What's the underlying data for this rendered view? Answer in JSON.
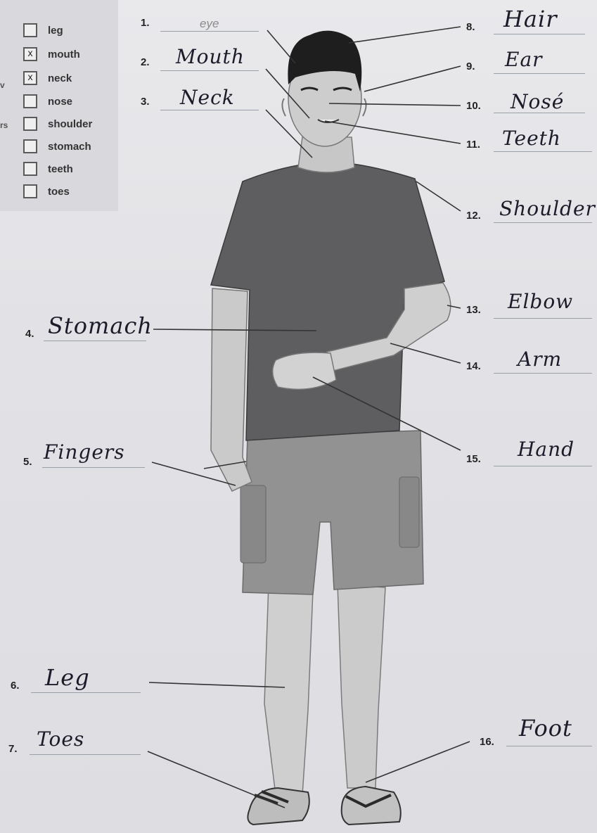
{
  "word_box": {
    "items": [
      {
        "word": "leg",
        "mark": ""
      },
      {
        "word": "mouth",
        "mark": "x"
      },
      {
        "word": "neck",
        "mark": "x"
      },
      {
        "word": "nose",
        "mark": ""
      },
      {
        "word": "shoulder",
        "mark": ""
      },
      {
        "word": "stomach",
        "mark": ""
      },
      {
        "word": "teeth",
        "mark": ""
      },
      {
        "word": "toes",
        "mark": ""
      }
    ],
    "edge_fragments": [
      "v",
      "rs"
    ]
  },
  "labels": [
    {
      "number": "1.",
      "answer": "eye"
    },
    {
      "number": "2.",
      "answer": "Mouth"
    },
    {
      "number": "3.",
      "answer": "Neck"
    },
    {
      "number": "4.",
      "answer": "Stomach"
    },
    {
      "number": "5.",
      "answer": "Fingers"
    },
    {
      "number": "6.",
      "answer": "Leg"
    },
    {
      "number": "7.",
      "answer": "Toes"
    },
    {
      "number": "8.",
      "answer": "Hair"
    },
    {
      "number": "9.",
      "answer": "Ear"
    },
    {
      "number": "10.",
      "answer": "Nosé"
    },
    {
      "number": "11.",
      "answer": "Teeth"
    },
    {
      "number": "12.",
      "answer": "Shoulder"
    },
    {
      "number": "13.",
      "answer": "Elbow"
    },
    {
      "number": "14.",
      "answer": "Arm"
    },
    {
      "number": "15.",
      "answer": "Hand"
    },
    {
      "number": "16.",
      "answer": "Foot"
    }
  ],
  "colors": {
    "paper": "#e4e4e8",
    "shirt": "#5e5e60",
    "shorts": "#8f8f8f",
    "skin": "#c9c9c9",
    "hair": "#1e1e1e",
    "ink": "#1b1b2a"
  }
}
